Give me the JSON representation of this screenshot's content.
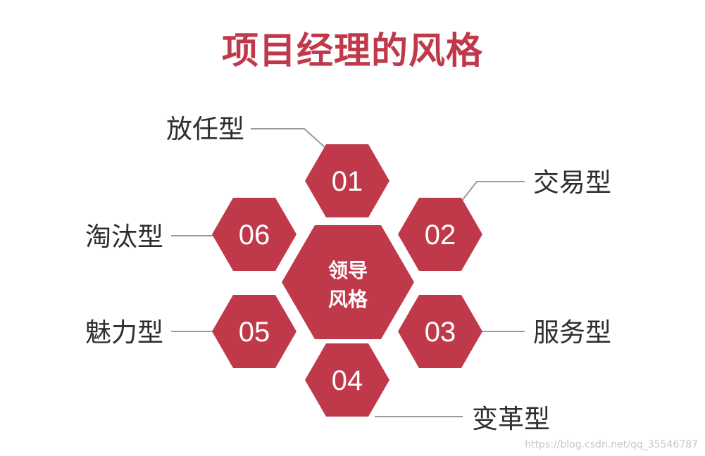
{
  "title": "项目经理的风格",
  "center": {
    "line1": "领导",
    "line2": "风格"
  },
  "items": [
    {
      "num": "01",
      "label": "放任型"
    },
    {
      "num": "02",
      "label": "交易型"
    },
    {
      "num": "03",
      "label": "服务型"
    },
    {
      "num": "04",
      "label": "变革型"
    },
    {
      "num": "05",
      "label": "魅力型"
    },
    {
      "num": "06",
      "label": "淘汰型"
    }
  ],
  "watermark": "https://blog.csdn.net/qq_35546787",
  "colors": {
    "accent": "#c0394b",
    "label": "#2e2e2e",
    "connector": "#9a9a9a"
  }
}
